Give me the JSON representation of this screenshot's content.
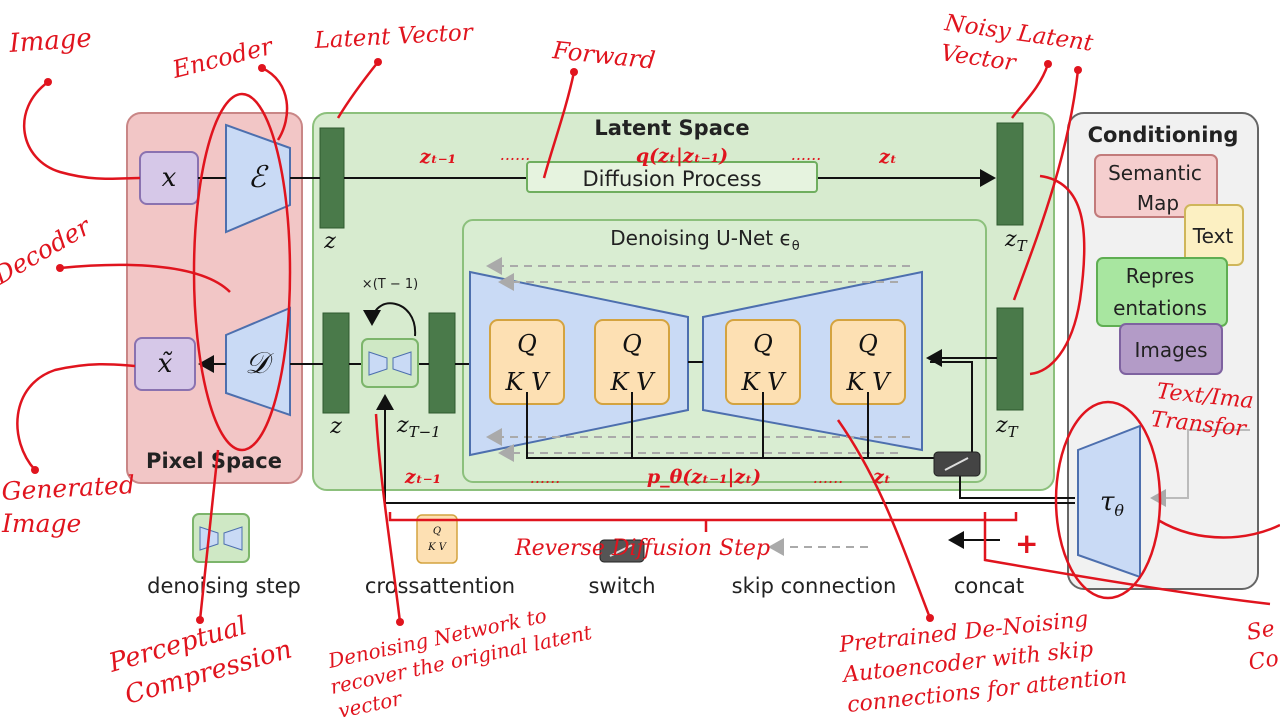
{
  "pixel_space": {
    "title": "Pixel Space",
    "x_symbol": "x",
    "x_tilde_symbol": "x̃",
    "encoder_symbol": "ℰ",
    "decoder_symbol": "𝒟"
  },
  "latent_space": {
    "title": "Latent Space",
    "diffusion_process": "Diffusion Process",
    "forward_formula": "q(zₜ|zₜ₋₁)",
    "z_t_minus_1_top": "zₜ₋₁",
    "z_t_top": "zₜ",
    "dots": "......",
    "z_left": "z",
    "z_T_top": "z",
    "z_T_top_sub": "T",
    "z_bottom": "z",
    "z_T_minus_1": "z",
    "z_T_minus_1_sub": "T−1",
    "z_T_bottom": "z",
    "z_T_bottom_sub": "T",
    "repeat_label": "×(T − 1)",
    "reverse_formula": "p_θ(zₜ₋₁|zₜ)",
    "z_t_minus_1_bottom": "zₜ₋₁",
    "z_t_bottom": "zₜ"
  },
  "unet": {
    "title": "Denoising U-Net ϵ",
    "title_sub": "θ",
    "blocks": [
      {
        "q": "Q",
        "kv": "K V"
      },
      {
        "q": "Q",
        "kv": "K V"
      },
      {
        "q": "Q",
        "kv": "K V"
      },
      {
        "q": "Q",
        "kv": "K V"
      }
    ]
  },
  "conditioning": {
    "title": "Conditioning",
    "items": [
      "Semantic",
      "Map",
      "Text",
      "Repres",
      "entations",
      "Images"
    ],
    "tau": "τ",
    "tau_sub": "θ"
  },
  "legend": {
    "items": [
      "denoising step",
      "crossattention",
      "switch",
      "skip connection",
      "concat"
    ],
    "mini_q": "Q",
    "mini_kv": "K V"
  },
  "annotations": {
    "image": "Image",
    "encoder": "Encoder",
    "latent_vector": "Latent Vector",
    "forward": "Forward",
    "noisy_latent_1": "Noisy Latent",
    "noisy_latent_2": "Vector",
    "decoder": "Decoder",
    "generated_1": "Generated",
    "generated_2": "Image",
    "perceptual_1": "Perceptual",
    "perceptual_2": "Compression",
    "denoising_net_1": "Denoising Network to",
    "denoising_net_2": "recover the original latent",
    "denoising_net_3": "vector",
    "reverse_step": "Reverse Diffusion Step",
    "pretrained_1": "Pretrained De-Noising",
    "pretrained_2": "Autoencoder with skip",
    "pretrained_3": "connections for attention",
    "text_im_1": "Text/Ima",
    "text_im_2": "Transfor",
    "se_1": "Se",
    "se_2": "Co"
  },
  "colors": {
    "pixel_bg": "#f2c6c6",
    "latent_bg": "#d7ebcf",
    "dark_green": "#4a7a4a",
    "trapezoid": "#c9daf5",
    "qkv": "#fde0b3",
    "annotation_red": "#e0141e"
  }
}
